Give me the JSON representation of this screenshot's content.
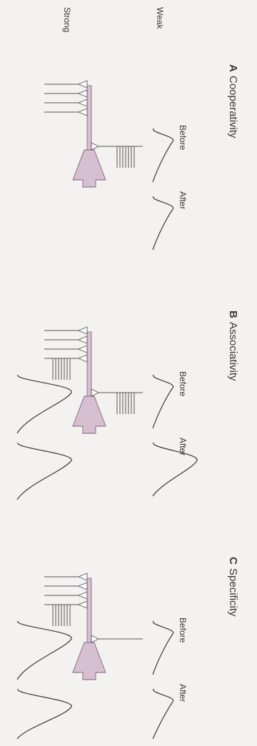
{
  "figure": {
    "input_labels": {
      "weak": "Weak",
      "strong": "Strong"
    },
    "panels": [
      {
        "id": "A",
        "letter": "A",
        "title": "Cooperativity",
        "before_label": "Before",
        "after_label": "After",
        "weak_pathway": {
          "fibers": 1,
          "stimulated": true
        },
        "strong_pathway": {
          "fibers": 4,
          "stimulated": false
        },
        "weak_epsp": {
          "before": "small",
          "after": "small"
        },
        "strong_epsp": {
          "before": "none",
          "after": "none"
        }
      },
      {
        "id": "B",
        "letter": "B",
        "title": "Associativity",
        "before_label": "Before",
        "after_label": "After",
        "weak_pathway": {
          "fibers": 1,
          "stimulated": true
        },
        "strong_pathway": {
          "fibers": 4,
          "stimulated": true
        },
        "weak_epsp": {
          "before": "small",
          "after": "large"
        },
        "strong_epsp": {
          "before": "large",
          "after": "large"
        }
      },
      {
        "id": "C",
        "letter": "C",
        "title": "Specificity",
        "before_label": "Before",
        "after_label": "After",
        "weak_pathway": {
          "fibers": 1,
          "stimulated": false
        },
        "strong_pathway": {
          "fibers": 4,
          "stimulated": true
        },
        "weak_epsp": {
          "before": "small",
          "after": "small"
        },
        "strong_epsp": {
          "before": "large",
          "after": "large"
        }
      }
    ],
    "colors": {
      "neuron_fill": "#d7bfd2",
      "neuron_stroke": "#7a6478",
      "ink": "#3a3a3a",
      "background": "#f4f2f0"
    }
  }
}
